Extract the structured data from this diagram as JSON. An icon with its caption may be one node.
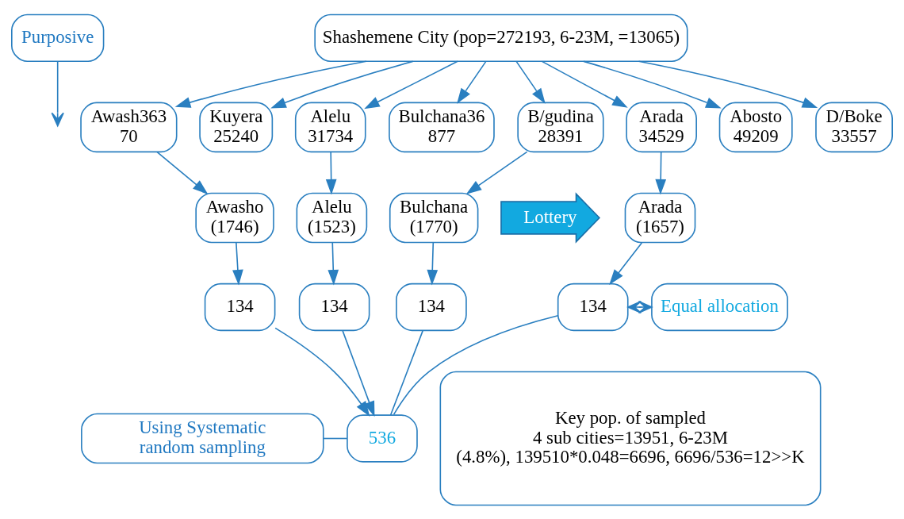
{
  "diagram": {
    "nodes": [
      {
        "text": [
          "Purposive"
        ]
      },
      {
        "text": [
          "Shashemene City (pop=272193, 6-23M, =13065)"
        ]
      },
      {
        "text": [
          "Awash363 70"
        ]
      },
      {
        "text": [
          "Kuyera 25240"
        ]
      },
      {
        "text": [
          "Alelu 31734"
        ]
      },
      {
        "text": [
          "Bulchana36 877"
        ]
      },
      {
        "text": [
          "B/gudina 28391"
        ]
      },
      {
        "text": [
          "Arada 34529"
        ]
      },
      {
        "text": [
          "Abosto 49209"
        ]
      },
      {
        "text": [
          "D/Boke 33557"
        ]
      },
      {
        "text": [
          "Lottery"
        ]
      },
      {
        "text": [
          "Awasho (1746)"
        ]
      },
      {
        "text": [
          "Alelu (1523)"
        ]
      },
      {
        "text": [
          "Bulchana (1770)"
        ]
      },
      {
        "text": [
          "Arada (1657)"
        ]
      },
      {
        "text": [
          "134"
        ]
      },
      {
        "text": [
          "134"
        ]
      },
      {
        "text": [
          "134"
        ]
      },
      {
        "text": [
          "134"
        ]
      },
      {
        "text": [
          "536"
        ]
      },
      {
        "text": [
          "Equal allocation"
        ]
      },
      {
        "text": [
          "Key pop. of sampled 4 sub cities=13951, 6-23M (4.8%), 139510*0.048=6696, 6696/536=12>>K"
        ]
      },
      {
        "text": [
          "Using Systematic random sampling"
        ]
      }
    ],
    "edges": [
      {
        "from": 0,
        "to": null,
        "arrow": "to"
      },
      {
        "from": 1,
        "to": 2,
        "arrow": "to"
      },
      {
        "from": 1,
        "to": 3,
        "arrow": "to"
      },
      {
        "from": 1,
        "to": 4,
        "arrow": "to"
      },
      {
        "from": 1,
        "to": 5,
        "arrow": "to"
      },
      {
        "from": 1,
        "to": 6,
        "arrow": "to"
      },
      {
        "from": 1,
        "to": 7,
        "arrow": "to"
      },
      {
        "from": 1,
        "to": 8,
        "arrow": "to"
      },
      {
        "from": 1,
        "to": 9,
        "arrow": "to"
      },
      {
        "from": 2,
        "to": 11,
        "arrow": "to"
      },
      {
        "from": 4,
        "to": 12,
        "arrow": "to"
      },
      {
        "from": 6,
        "to": 13,
        "arrow": "to"
      },
      {
        "from": 7,
        "to": 14,
        "arrow": "to"
      },
      {
        "from": 11,
        "to": 15,
        "arrow": "to"
      },
      {
        "from": 12,
        "to": 16,
        "arrow": "to"
      },
      {
        "from": 13,
        "to": 17,
        "arrow": "to"
      },
      {
        "from": 14,
        "to": 18,
        "arrow": "to"
      },
      {
        "from": 15,
        "to": 19,
        "arrow": "to"
      },
      {
        "from": 16,
        "to": 19,
        "arrow": "to"
      },
      {
        "from": 17,
        "to": 19,
        "arrow": "none"
      },
      {
        "from": 18,
        "to": 19,
        "arrow": "none"
      },
      {
        "from": 18,
        "to": 20,
        "arrow": "both"
      },
      {
        "from": 22,
        "to": 19,
        "arrow": "none"
      }
    ]
  }
}
